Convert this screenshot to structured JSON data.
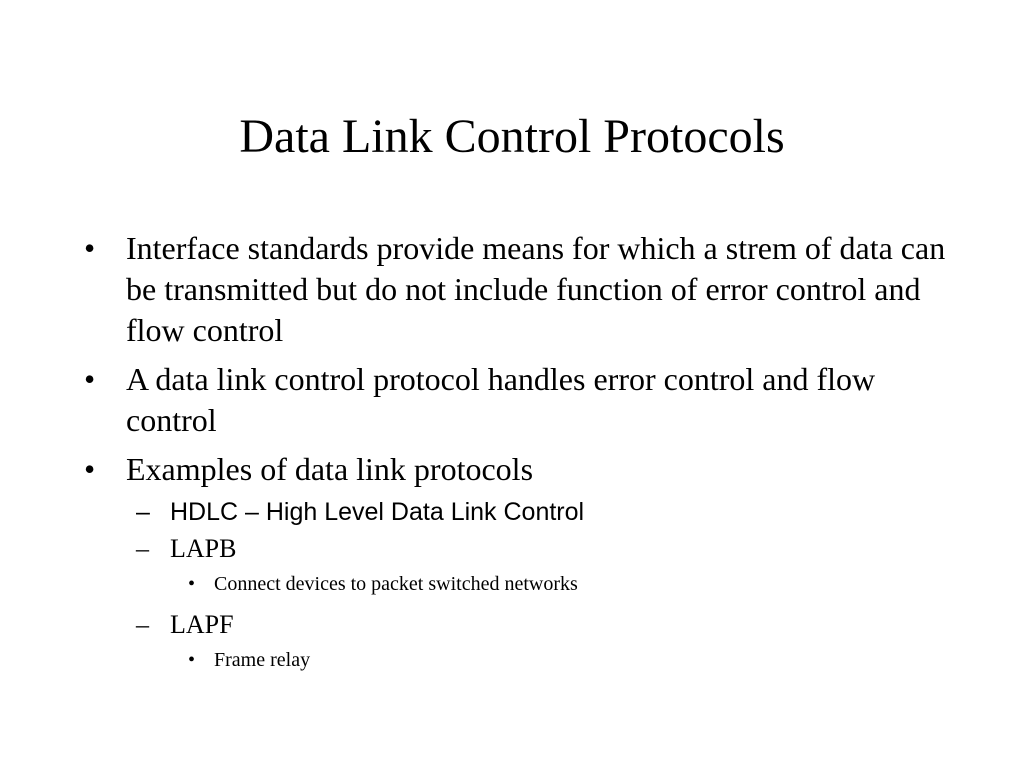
{
  "slide": {
    "title": "Data Link Control Protocols",
    "bullet_marker": "•",
    "dash_marker": "–",
    "items": [
      {
        "text": "Interface standards provide means for which a strem of data can be transmitted but do not include function of error control and flow control"
      },
      {
        "text": "A data link control protocol handles error control and flow control"
      },
      {
        "text": "Examples of data link protocols"
      }
    ],
    "sub_items": [
      {
        "text": "HDLC – High Level Data Link Control"
      },
      {
        "text": "LAPB",
        "detail": "Connect devices to packet switched networks"
      },
      {
        "text": "LAPF",
        "detail": "Frame relay"
      }
    ]
  }
}
